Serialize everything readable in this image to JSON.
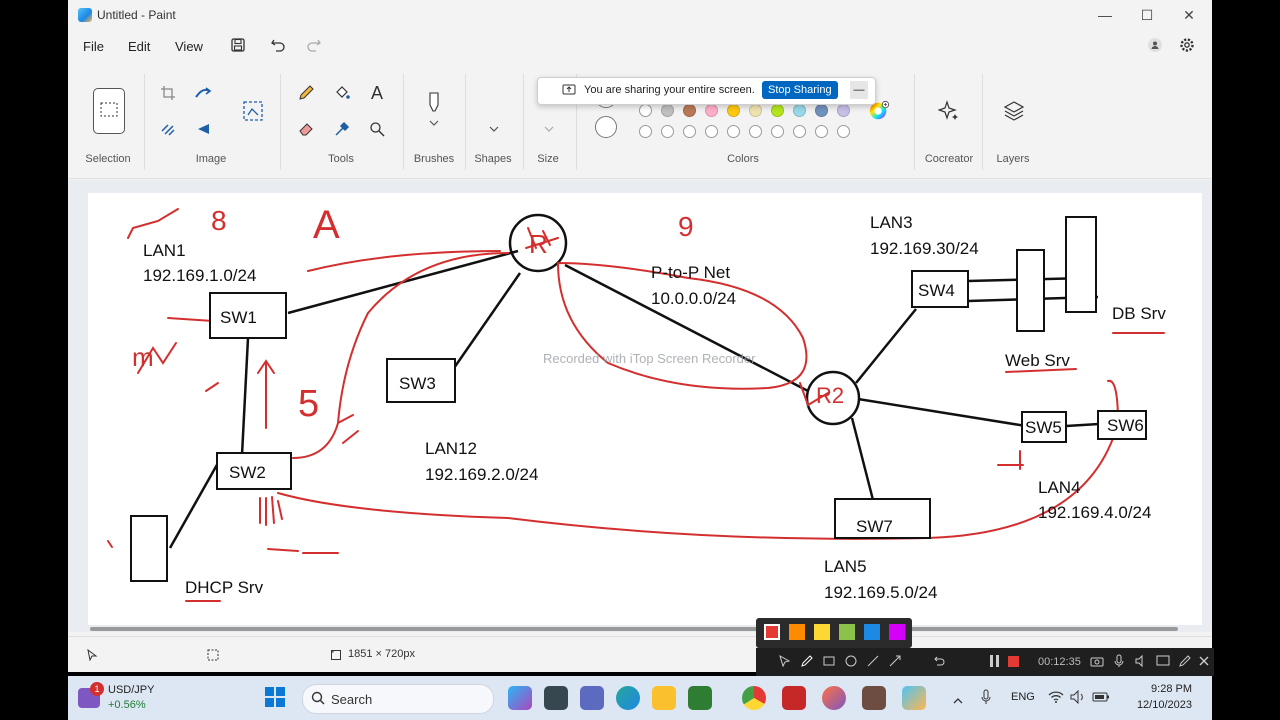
{
  "window": {
    "title": "Untitled - Paint",
    "controls": {
      "minimize": "—",
      "maximize": "☐",
      "close": "✕"
    }
  },
  "menu": {
    "file": "File",
    "edit": "Edit",
    "view": "View"
  },
  "ribbon": {
    "groups": {
      "selection": "Selection",
      "image": "Image",
      "tools": "Tools",
      "brushes": "Brushes",
      "shapes": "Shapes",
      "size": "Size",
      "colors": "Colors",
      "cocreator": "Cocreator",
      "layers": "Layers"
    },
    "tool_glyphs": {
      "text": "A"
    }
  },
  "sharing": {
    "message": "You are sharing your entire screen.",
    "stop_label": "Stop Sharing",
    "minimize_label": "—"
  },
  "palette": {
    "row1": [
      "#3b5bdb",
      "#8e44ad"
    ],
    "row2": [
      "#ffffff",
      "#c0c0c0",
      "#b97a57",
      "#ffaec9",
      "#ffc90e",
      "#efe4b0",
      "#b5e61d",
      "#99d9ea",
      "#7092be",
      "#c8bfe7"
    ],
    "row3": [
      "#ffffff",
      "#ffffff",
      "#ffffff",
      "#ffffff",
      "#ffffff",
      "#ffffff",
      "#ffffff",
      "#ffffff",
      "#ffffff",
      "#ffffff"
    ]
  },
  "diagram": {
    "lan1": "LAN1",
    "lan1_net": "192.169.1.0/24",
    "lan3": "LAN3",
    "lan3_net": "192.169.30/24",
    "lan12": "LAN12",
    "lan12_net": "192.169.2.0/24",
    "ptp": "P-to-P Net",
    "ptp_net": "10.0.0.0/24",
    "lan4": "LAN4",
    "lan4_net": "192.169.4.0/24",
    "lan5": "LAN5",
    "lan5_net": "192.169.5.0/24",
    "sw1": "SW1",
    "sw2": "SW2",
    "sw3": "SW3",
    "sw4": "SW4",
    "sw5": "SW5",
    "sw6": "SW6",
    "sw7": "SW7",
    "router1": "R",
    "router2": "R2",
    "db_srv": "DB Srv",
    "web_srv": "Web Srv",
    "dhcp_srv": "DHCP Srv",
    "hand_8": "8",
    "hand_a": "A",
    "hand_9": "9",
    "hand_5": "5",
    "hand_m": "m"
  },
  "watermark": "Recorded with iTop Screen Recorder",
  "status": {
    "dimensions": "1851 × 720px"
  },
  "recorder": {
    "colors": [
      "#e53935",
      "#fb8c00",
      "#fdd835",
      "#8bc34a",
      "#1e88e5",
      "#d500f9"
    ],
    "timer": "00:12:35"
  },
  "taskbar": {
    "ticker": "USD/JPY",
    "ticker_change": "+0.56%",
    "badge": "1",
    "search_placeholder": "Search",
    "lang": "ENG",
    "time": "9:28 PM",
    "date": "12/10/2023"
  }
}
